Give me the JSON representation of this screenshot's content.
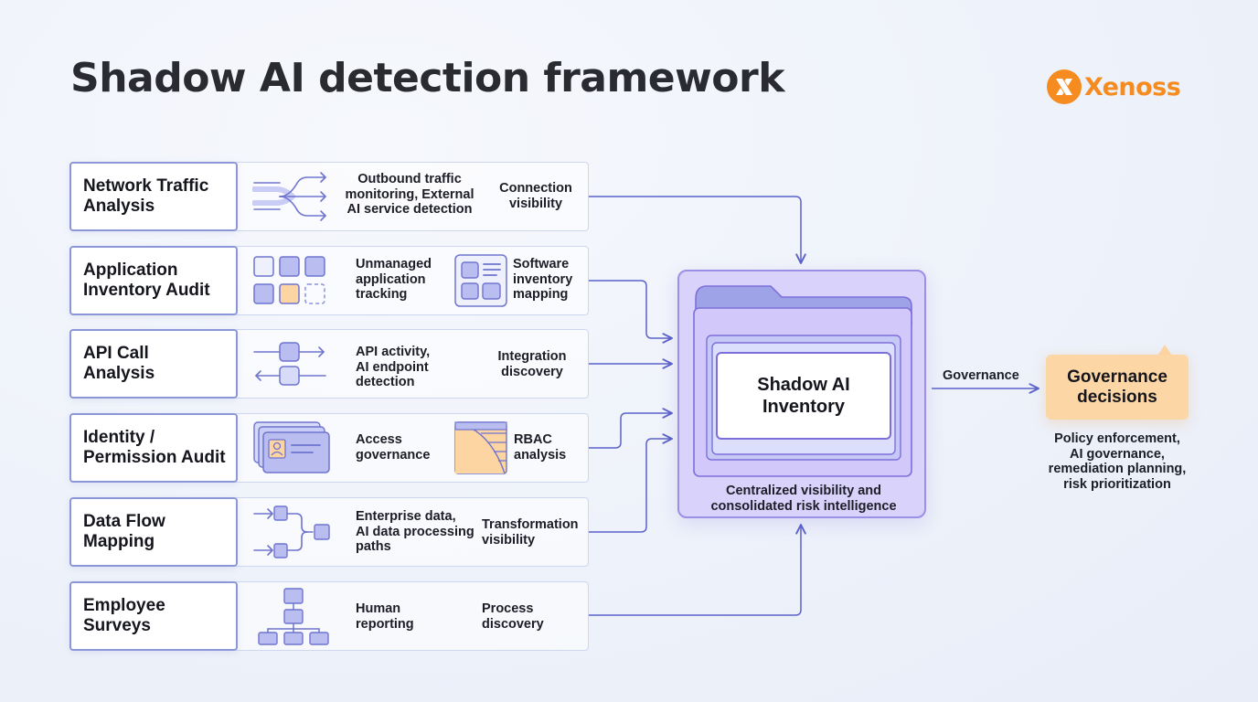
{
  "title": "Shadow AI detection framework",
  "brand": {
    "name": "Xenoss",
    "color": "#f68b1f"
  },
  "colors": {
    "label_border": "#8c97d8",
    "icon_fill": "#b9bdf0",
    "icon_stroke": "#6f74cf",
    "icon_accent": "#fcd5a3",
    "arrow": "#5b62c9",
    "inventory_fill": "#d9d2fb",
    "decision_fill": "#fdd6a6"
  },
  "rows": [
    {
      "label": "Network Traffic\nAnalysis",
      "description": "Outbound traffic\nmonitoring, External\nAI service detection",
      "outcome": "Connection\nvisibility",
      "icon": "branching-arrows-icon",
      "outcome_icon": ""
    },
    {
      "label": "Application\nInventory Audit",
      "description": "Unmanaged\napplication\ntracking",
      "outcome": "Software\ninventory\nmapping",
      "icon": "app-grid-icon",
      "outcome_icon": "inventory-list-icon"
    },
    {
      "label": "API Call\nAnalysis",
      "description": "API activity,\nAI endpoint\ndetection",
      "outcome": "Integration\ndiscovery",
      "icon": "api-exchange-icon",
      "outcome_icon": ""
    },
    {
      "label": "Identity /\nPermission Audit",
      "description": "Access\ngovernance",
      "outcome": "RBAC\nanalysis",
      "icon": "id-cards-icon",
      "outcome_icon": "rbac-layers-icon"
    },
    {
      "label": "Data Flow\nMapping",
      "description": "Enterprise data,\nAI data processing\npaths",
      "outcome": "Transformation\nvisibility",
      "icon": "data-flow-icon",
      "outcome_icon": ""
    },
    {
      "label": "Employee\nSurveys",
      "description": "Human\nreporting",
      "outcome": "Process\ndiscovery",
      "icon": "hierarchy-icon",
      "outcome_icon": ""
    }
  ],
  "inventory": {
    "title": "Shadow AI\nInventory",
    "caption": "Centralized visibility and\nconsolidated risk intelligence",
    "icon": "folder-icon"
  },
  "governance": {
    "arrow_label": "Governance",
    "box_title": "Governance\ndecisions",
    "details": "Policy enforcement,\nAI governance,\nremediation planning,\nrisk prioritization"
  }
}
